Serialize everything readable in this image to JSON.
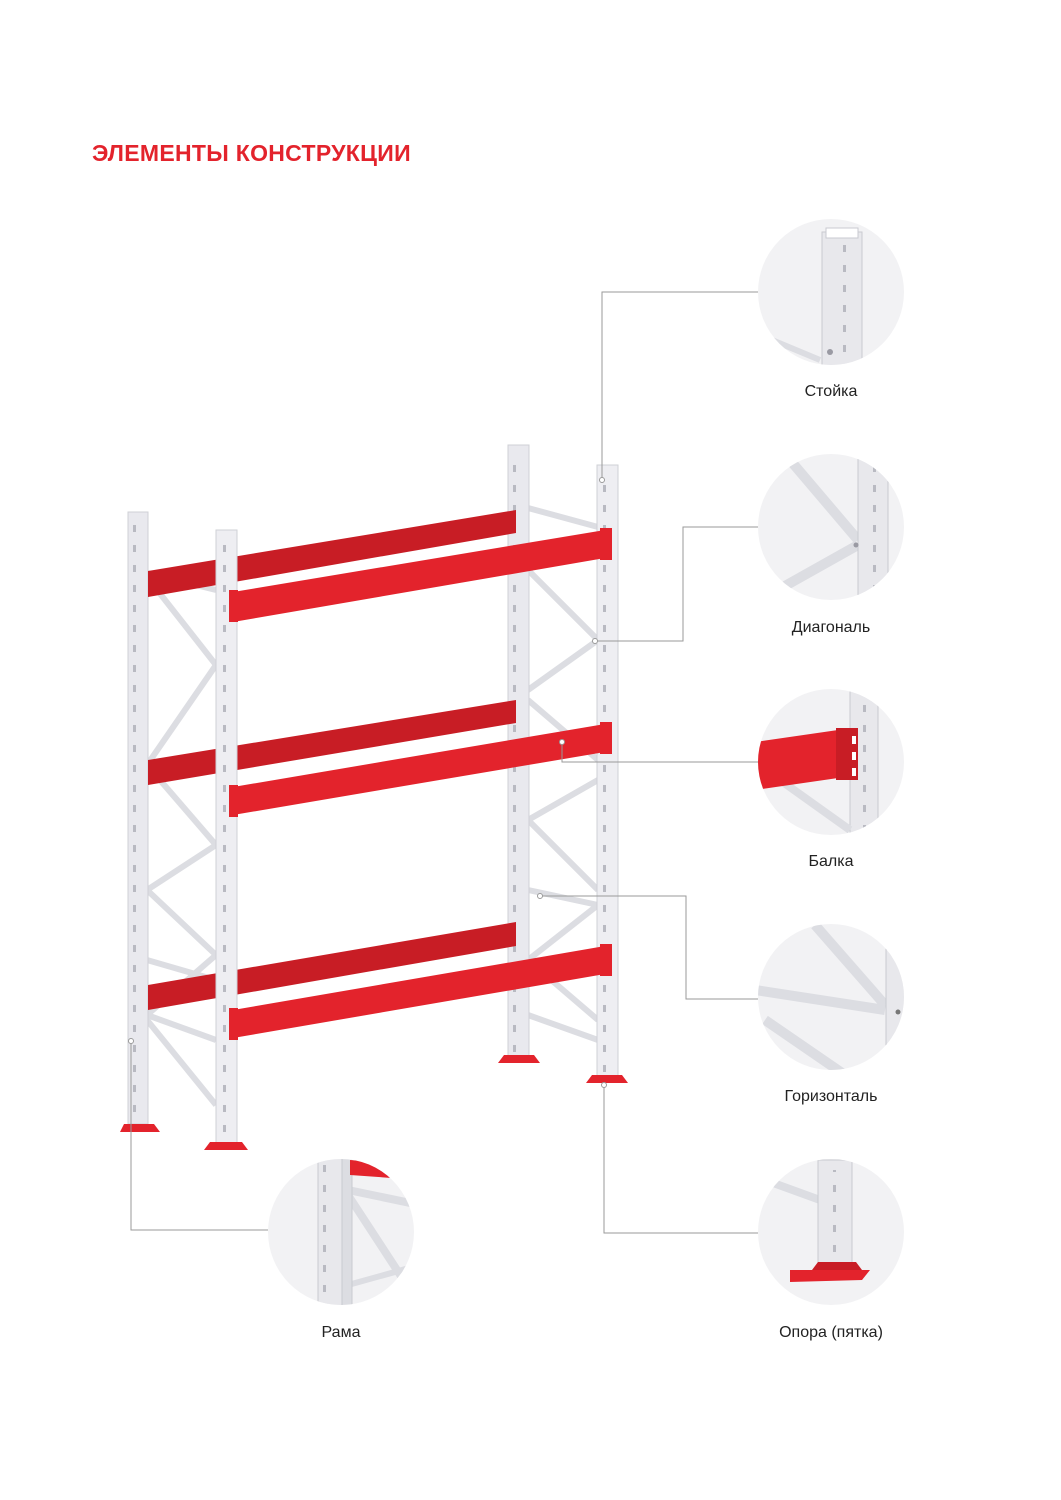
{
  "title": "ЭЛЕМЕНТЫ КОНСТРУКЦИИ",
  "colors": {
    "accent": "#e3232c",
    "upright": "#e9e9ee",
    "upright_shade": "#cfd0d6",
    "beam": "#e3232c",
    "leader": "#9a9a9a"
  },
  "callouts": [
    {
      "id": "upright",
      "label": "Стойка",
      "icon": "upright-detail-icon"
    },
    {
      "id": "diagonal",
      "label": "Диагональ",
      "icon": "diagonal-detail-icon"
    },
    {
      "id": "beam",
      "label": "Балка",
      "icon": "beam-detail-icon"
    },
    {
      "id": "horizontal",
      "label": "Горизонталь",
      "icon": "horizontal-detail-icon"
    },
    {
      "id": "frame",
      "label": "Рама",
      "icon": "frame-detail-icon"
    },
    {
      "id": "footplate",
      "label": "Опора (пятка)",
      "icon": "footplate-detail-icon"
    }
  ]
}
